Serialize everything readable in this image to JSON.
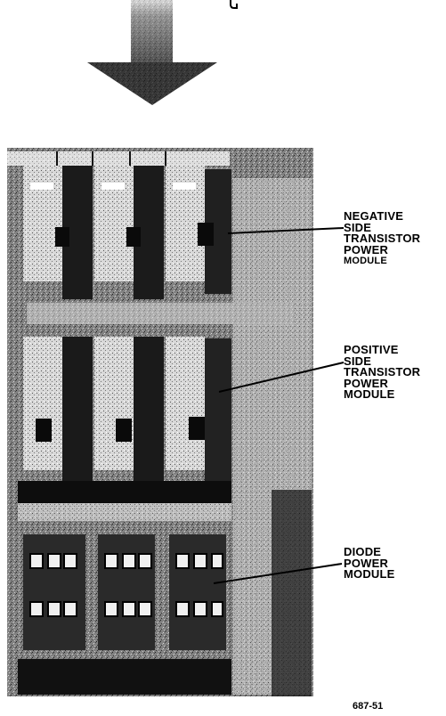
{
  "callouts": {
    "negative": [
      "NEGATIVE",
      "SIDE",
      "TRANSISTOR",
      "POWER",
      "MODULE"
    ],
    "positive": [
      "POSITIVE",
      "SIDE",
      "TRANSISTOR",
      "POWER",
      "MODULE"
    ],
    "diode": [
      "DIODE",
      "POWER",
      "MODULE"
    ]
  },
  "figure_number": "687-51",
  "colors": {
    "ink": "#000000",
    "paper": "#ffffff",
    "mid_gray": "#8a8a8a"
  }
}
